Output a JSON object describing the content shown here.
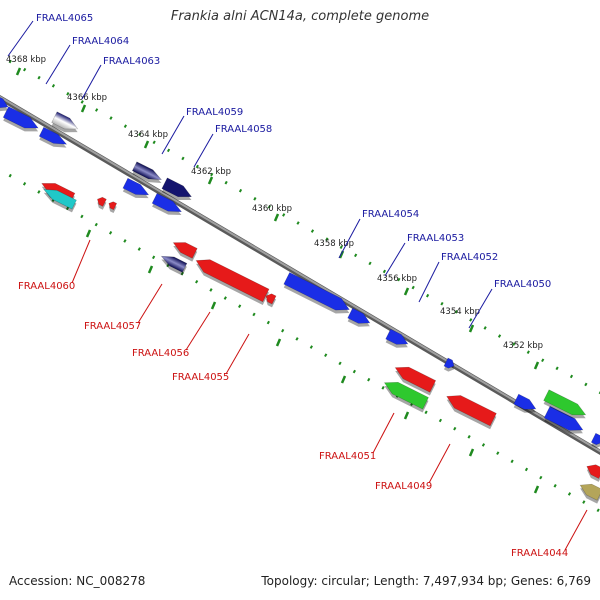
{
  "header": {
    "title": "Frankia alni ACN14a, complete genome"
  },
  "footer": {
    "accession": "Accession: NC_008278",
    "summary": "Topology: circular; Length: 7,497,934 bp; Genes: 6,769"
  },
  "scale_labels": [
    "4368 kbp",
    "4366 kbp",
    "4364 kbp",
    "4362 kbp",
    "4360 kbp",
    "4358 kbp",
    "4356 kbp",
    "4354 kbp",
    "4352 kbp"
  ],
  "upper_gene_labels": [
    "FRAAL4065",
    "FRAAL4064",
    "FRAAL4063",
    "FRAAL4059",
    "FRAAL4058",
    "FRAAL4054",
    "FRAAL4053",
    "FRAAL4052",
    "FRAAL4050"
  ],
  "lower_gene_labels": [
    "FRAAL4060",
    "FRAAL4057",
    "FRAAL4056",
    "FRAAL4055",
    "FRAAL4051",
    "FRAAL4049",
    "FRAAL4044"
  ],
  "colors": {
    "backbone": "#808080",
    "ticks": "#1f8a1f",
    "forward_label": "#1a1aa0",
    "reverse_label": "#cc1111",
    "blue": "#1a2ee6",
    "red": "#e61a1a",
    "navy": "#14146e",
    "green": "#2ec82e",
    "cyan": "#20c8c8",
    "khaki": "#b4a55a"
  }
}
